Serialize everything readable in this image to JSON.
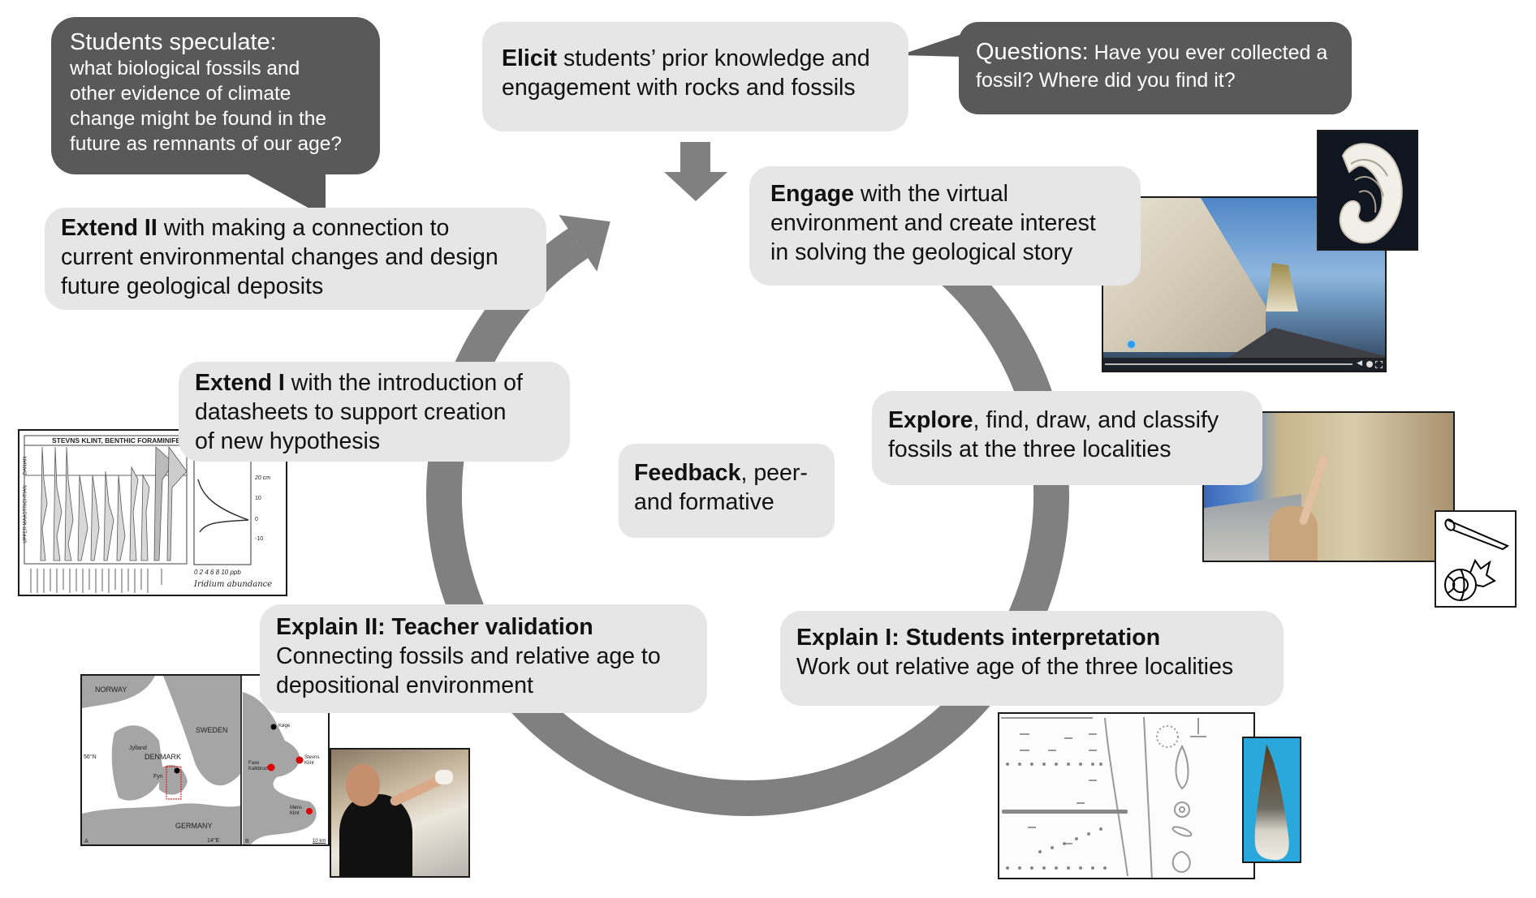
{
  "cycle": {
    "ring_color": "#808080",
    "box_color": "#e6e6e6",
    "dark_bubble_color": "#595959"
  },
  "speculate_bubble": {
    "heading": "Students speculate:",
    "lines": [
      "what biological fossils and",
      "other evidence of climate",
      "change might be found in the",
      "future as remnants of our age?"
    ]
  },
  "elicit": {
    "bold": "Elicit",
    "text_line1": " students’ prior knowledge and",
    "text_line2": "engagement with rocks and fossils"
  },
  "questions_bubble": {
    "heading": "Questions:",
    "line1": " Have you ever collected a",
    "line2": "fossil? Where did you find it?"
  },
  "engage": {
    "bold": "Engage",
    "line1": " with the virtual",
    "line2": "environment and create interest",
    "line3": "in solving the geological story"
  },
  "extend2": {
    "bold": "Extend II",
    "line1": " with making a connection to",
    "line2": "current environmental changes and design",
    "line3": "future geological deposits"
  },
  "extend1": {
    "bold": "Extend I",
    "line1": " with the introduction of",
    "line2": "datasheets to support creation",
    "line3": "of new hypothesis"
  },
  "explore": {
    "bold": "Explore",
    "line1": ", find, draw, and classify",
    "line2": "fossils at the three localities"
  },
  "feedback": {
    "bold": "Feedback",
    "line1": ", peer-",
    "line2": "and formative"
  },
  "explain2": {
    "title": "Explain II: Teacher validation",
    "line1": "Connecting fossils and relative age to",
    "line2": "depositional environment"
  },
  "explain1": {
    "title": "Explain I: Students interpretation",
    "line1": "Work out relative age of the three localities"
  },
  "datasheet": {
    "title": "STEVNS KLINT, BENTHIC FORAMINIFERA",
    "stage_upper": "DANIAN",
    "stage_lower": "UPPER MAASTRICHTIAN",
    "y_ticks": [
      "20 cm",
      "10",
      "0",
      "-10"
    ],
    "x_ticks": "0  2  4  6  8  10 ppb",
    "x_label": "Iridium abundance"
  },
  "map": {
    "panel_a": "A",
    "panel_b": "B",
    "countries": [
      "NORWAY",
      "SWEDEN",
      "DENMARK",
      "GERMANY"
    ],
    "regions": [
      "Jylland",
      "Fyn"
    ],
    "lat_label": "56°N",
    "lon_label": "14°E",
    "sites": [
      "Køge",
      "Stevns Klint",
      "Faxe Kalkbrud",
      "Møns Klint"
    ],
    "scale": "10 km",
    "site_color": "#e00000"
  }
}
